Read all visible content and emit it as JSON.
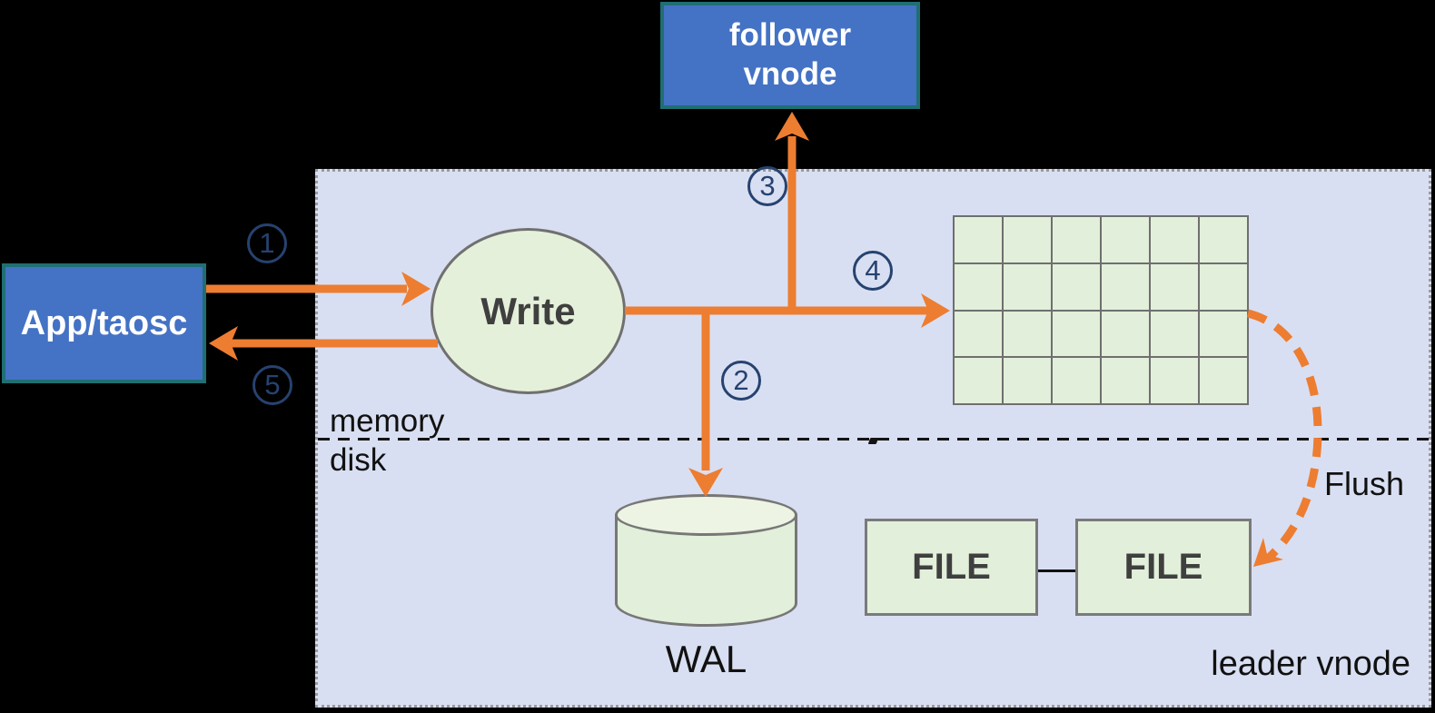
{
  "diagram": {
    "container_label": "leader vnode",
    "memory_label": "memory",
    "disk_label": "disk",
    "flush_label": "Flush"
  },
  "nodes": {
    "follower_vnode": {
      "lines": [
        "follower",
        "vnode"
      ]
    },
    "app_taosc": {
      "label": "App/taosc"
    },
    "write": {
      "label": "Write"
    },
    "wal": {
      "label": "WAL"
    },
    "file_left": {
      "label": "FILE"
    },
    "file_right": {
      "label": "FILE"
    }
  },
  "memtable_grid": {
    "rows": 4,
    "cols": 6
  },
  "steps": [
    {
      "id": 1,
      "label": "1"
    },
    {
      "id": 2,
      "label": "2"
    },
    {
      "id": 3,
      "label": "3"
    },
    {
      "id": 4,
      "label": "4"
    },
    {
      "id": 5,
      "label": "5"
    }
  ],
  "colors": {
    "background": "#000000",
    "container_bg": "#D9DFF2",
    "node_blue": "#4472C4",
    "node_blue_border": "#1F6F73",
    "green_fill": "#E2EFDA",
    "gray_border": "#707070",
    "arrow_orange": "#ED7D31",
    "step_number_navy": "#26426F",
    "dark_text": "#3F3F3F"
  }
}
